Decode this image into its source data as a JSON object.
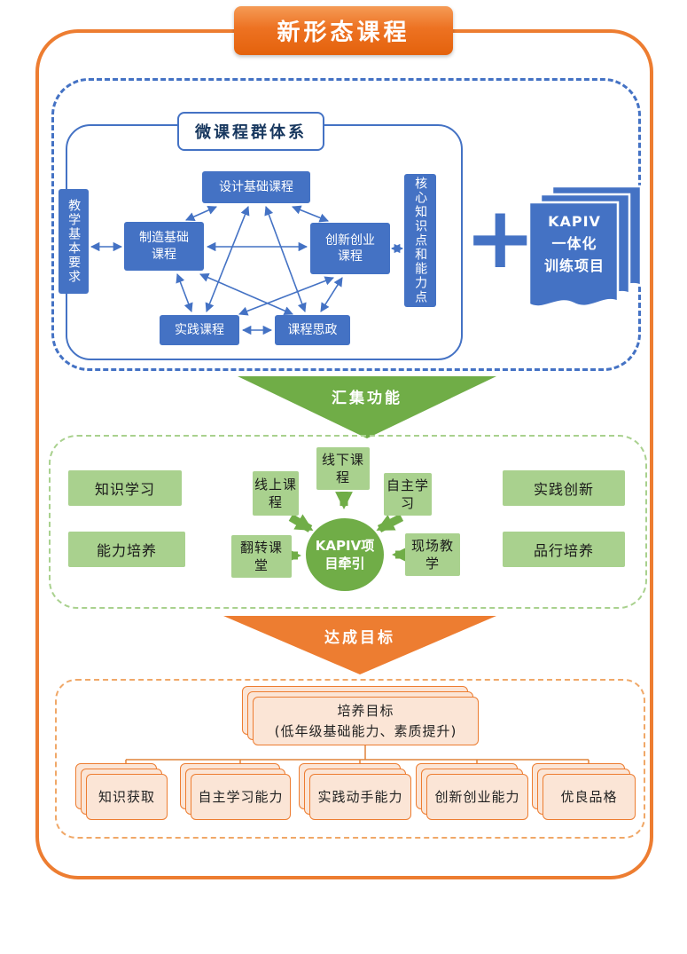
{
  "banner": {
    "title": "新形态课程"
  },
  "section1": {
    "group_title": "微课程群体系",
    "left_vertical": "教学基本要求",
    "right_vertical": "核心知识点和能力点",
    "nodes": {
      "design": "设计基础课程",
      "manufacture_line1": "制造基础",
      "manufacture_line2": "课程",
      "innovation_line1": "创新创业",
      "innovation_line2": "课程",
      "practice": "实践课程",
      "ideology": "课程思政"
    },
    "plus": "+",
    "doc": {
      "line1": "KAPIV",
      "line2": "一体化",
      "line3": "训练项目"
    }
  },
  "flow": {
    "arrow1_label": "汇集功能",
    "arrow2_label": "达成目标"
  },
  "section2": {
    "side_boxes": [
      "知识学习",
      "能力培养",
      "实践创新",
      "品行培养"
    ],
    "satellites": [
      "线下课程",
      "线上课程",
      "自主学习",
      "翻转课堂",
      "现场教学"
    ],
    "center": {
      "line1": "KAPIV项",
      "line2": "目牵引"
    }
  },
  "section3": {
    "goal_title": "培养目标",
    "goal_subtitle": "(低年级基础能力、素质提升)",
    "outcomes": [
      "知识获取",
      "自主学习能力",
      "实践动手能力",
      "创新创业能力",
      "优良品格"
    ]
  },
  "colors": {
    "orange": "#ED7D31",
    "blue": "#4472C4",
    "green_fill": "#A9D18E",
    "green_dark": "#70AD47",
    "peach_fill": "#FBE5D6"
  }
}
